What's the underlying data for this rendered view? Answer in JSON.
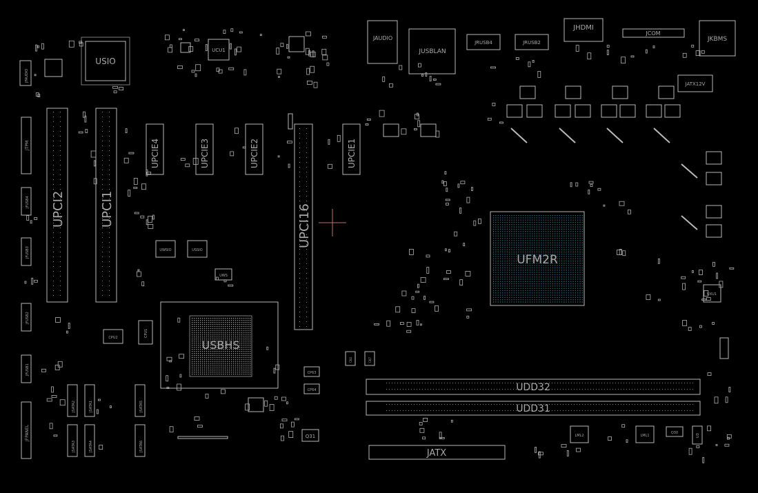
{
  "diagram": {
    "title": "",
    "background": "#000000",
    "outline_color": "#b9b9b9",
    "cursor_color": "#c07070",
    "grid_color": "#4aa0c0",
    "components": {
      "usio": "USIO",
      "ucu1": "UCU1",
      "jaudio": "JAUDIO",
      "jusblan": "JUSBLAN",
      "jrusb4": "JRUSB4",
      "jrusb2": "JRUSB2",
      "jhdmi": "JHDMI",
      "jcom": "JCOM",
      "jkbms": "JKBMS",
      "jatx12v": "JATX12V",
      "jfaudio": "JFAUDIO",
      "jtpm": "JTPM",
      "jfusb4": "JFUSB4",
      "jfusb3": "JFUSB3",
      "jfusb2": "JFUSB2",
      "jfusb1": "JFUSB1",
      "jfpanel": "JFPANEL",
      "upci2": "UPCI2",
      "upci1": "UPCI1",
      "upcie4": "UPCIE4",
      "upcie3": "UPCIE3",
      "upcie2": "UPCIE2",
      "upcie1": "UPCIE1",
      "upci16": "UPCI16",
      "ufm2r": "UFM2R",
      "usbhs": "USBHS",
      "udd32": "UDD32",
      "udd31": "UDD31",
      "jatx": "JATX",
      "usbsata2": "JSATA2",
      "usbsata1": "JSATA1",
      "usbsata5": "JSATA5",
      "usbsata3": "JSATA3",
      "usbsata4": "JSATA4",
      "usbsata6": "JSATA6",
      "cpu2": "CPU2",
      "cpu1": "CPU1",
      "uwsio": "UWSIO",
      "ussio": "USSIO",
      "uws": "UWS",
      "q31": "Q31",
      "uxu1": "UXU1",
      "lml2": "LML2",
      "lml1": "LML1",
      "q30": "Q30",
      "u3": "U3",
      "cp63": "CP63",
      "cp64": "CP64",
      "ck4": "CK4",
      "ck7": "CK7"
    }
  }
}
